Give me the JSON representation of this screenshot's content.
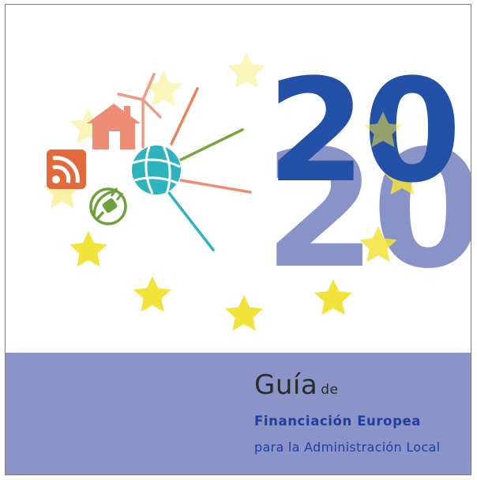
{
  "cover": {
    "year_top": "20",
    "year_bottom": "20",
    "title_main": "Guía",
    "title_de": "de",
    "subtitle_line1": "Financiación Europea",
    "subtitle_line2": "para la Administración Local"
  },
  "colors": {
    "band": "#8a94c9",
    "year_front": "#2351a8",
    "year_back": "#8893c8",
    "star": "#f2e33a",
    "title_blue": "#1f3ea0"
  },
  "icons": [
    "house-icon",
    "wind-turbine-icon",
    "rss-feed-icon",
    "electric-plug-icon",
    "globe-network-icon"
  ]
}
